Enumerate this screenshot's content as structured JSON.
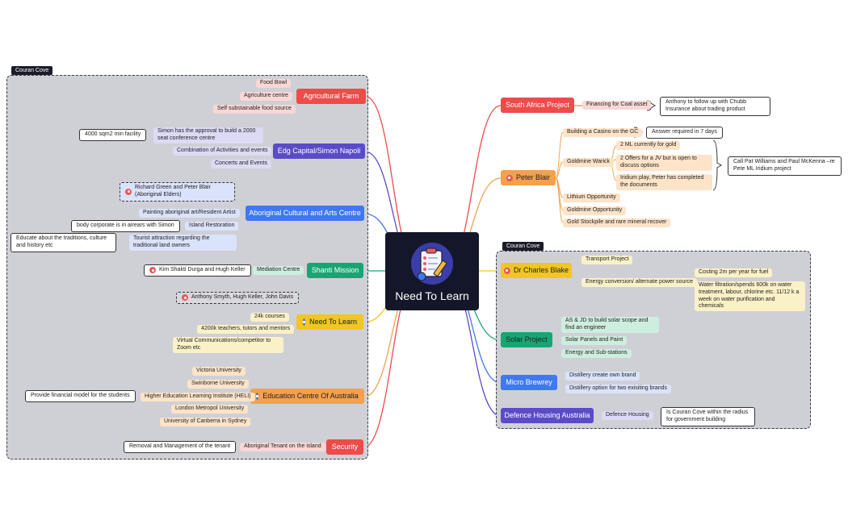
{
  "center": {
    "title": "Need To Learn",
    "icon": "checklist-pencil-icon"
  },
  "left_region_tag": "Couran Cove",
  "right_region_tag": "Couran Cove",
  "colors": {
    "agri": "#ee4b4b",
    "edg": "#5a4cc8",
    "abor": "#3f78f0",
    "shanti": "#17a673",
    "ntl": "#f0c622",
    "edu": "#f4a04d",
    "security": "#ee4b4b",
    "sa": "#ee4b4b",
    "peter": "#f4a04d",
    "charles": "#f0c622",
    "solar": "#17a673",
    "brewrey": "#3f78f0",
    "defence": "#5a4cc8"
  },
  "left": {
    "agri": {
      "label": "Agricultural Farm",
      "items": [
        "Food Bowl",
        "Agriculture centre",
        "Self substainable food source"
      ]
    },
    "edg": {
      "label": "Edg Capital/Simon Napoli",
      "items": [
        "Simon has the approval to build a 2000 seat conference centre",
        "Combination of Activities and events",
        "Concerts and Events"
      ],
      "note": "4000 sqm2 min facility"
    },
    "abor": {
      "label": "Aboriginal Cultural and Arts Centre",
      "people": "Richard Green and Peter Blair (Aboriginal Elders)",
      "items": [
        "Painting aboriginal art/Resident Artist",
        "Island Restoration",
        "Tourist attraction regarding the traditional land owners"
      ],
      "note_island": "body corporate is in airears with Simon",
      "note_tourist": "Educate about the traditions, culture and history etc"
    },
    "shanti": {
      "label": "Shanti Mission",
      "items": [
        "Mediation Centre"
      ],
      "people": "Kim Shakti Durga and Hugh Keller"
    },
    "ntl": {
      "label": "Need To Learn",
      "people": "Anthony Smyth, Hugh Keller, John Davis",
      "items": [
        "24k courses",
        "4200k teachers, tutors and mentors",
        "Virtual Communications/competitor to Zoom etc"
      ]
    },
    "edu": {
      "label": "Education Centre Of Australia",
      "items": [
        "Victoria University",
        "Swinborne University",
        "Higher Education Learning Institute (HELI)",
        "London Metropol University",
        "University of Canberra in Sydney"
      ],
      "note": "Provide financial model for the students"
    },
    "security": {
      "label": "Security",
      "items": [
        "Aboriginal Tenant on the island"
      ],
      "note": "Removal and Management of the tenant"
    }
  },
  "right": {
    "sa": {
      "label": "South Africa Project",
      "items": [
        "Financing for Coal asset"
      ],
      "note": "Anthony to follow up with Chubb Insurance about trading product"
    },
    "peter": {
      "label": "Peter Blair",
      "items": [
        "Building a Casino on the GC",
        "Goldmine Warick",
        "Lithium Opportunity",
        "Goldmine Opportunity",
        "Gold Stockpile and rare mineral recover"
      ],
      "casino_note": "Answer required in 7 days",
      "goldmine_items": [
        "2 ML currently for gold",
        "2 Offers for a JV but is open to discuss options",
        "Iridium play, Peter has completed the documents"
      ],
      "goldmine_note": "Call Pat Williams and Paul McKenna –re Pete ML Iridium project"
    },
    "charles": {
      "label": "Dr Charles Blake",
      "items": [
        "Transport Project",
        "Energy conversion/ alternate power source"
      ],
      "energy_items": [
        "Costing 2m per year for fuel",
        "Water filtration/spends 600k on water treatment, labour, chlorine etc. 11/12 k a week on water purification and chemicals"
      ]
    },
    "solar": {
      "label": "Solar Project",
      "items": [
        "AS & JD to build solar scope and find an engineer",
        "Solar Panels and Paint",
        "Energy and Sub-stations"
      ]
    },
    "brewrey": {
      "label": "Micro Brewrey",
      "items": [
        "Distillery create own brand",
        "Distillery option for two exisiting brands"
      ]
    },
    "defence": {
      "label": "Defence Housing Australia",
      "items": [
        "Defence Housing"
      ],
      "note": "Is Couran Cove within the radius for government building"
    }
  }
}
